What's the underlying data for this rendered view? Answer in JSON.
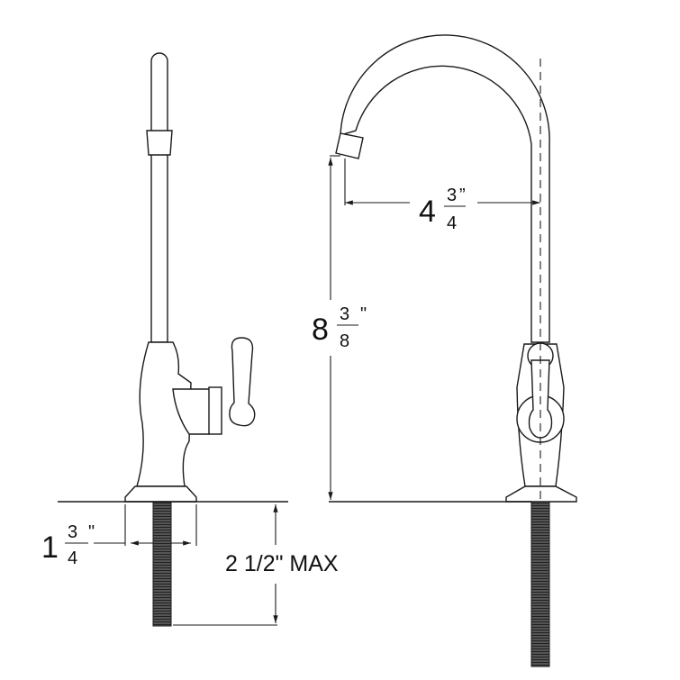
{
  "dimensions": {
    "base_diameter": {
      "whole": "1",
      "numerator": "3",
      "denominator": "4",
      "unit": "\""
    },
    "shank_length": {
      "text": "2 1/2\" MAX"
    },
    "spout_height": {
      "whole": "8",
      "numerator": "3",
      "denominator": "8",
      "unit": "\""
    },
    "spout_reach": {
      "whole": "4",
      "numerator": "3",
      "denominator": "4",
      "unit": "”"
    }
  },
  "colors": {
    "line": "#1a1a1a",
    "background": "#ffffff"
  }
}
